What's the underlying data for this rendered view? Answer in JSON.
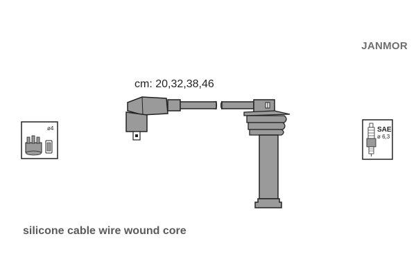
{
  "brand": "JANMOR",
  "lengths_label": "cm: 20,32,38,46",
  "caption": "silicone cable wire wound core",
  "distributor_symbol": {
    "diameter_label": "ø4"
  },
  "spark_plug_symbol": {
    "standard_label": "SAE",
    "diameter_label": "ø 6,3"
  },
  "colors": {
    "line": "#222222",
    "fill": "#9a9a9a",
    "brand": "#6e6e6e",
    "caption": "#5a5a5a"
  }
}
